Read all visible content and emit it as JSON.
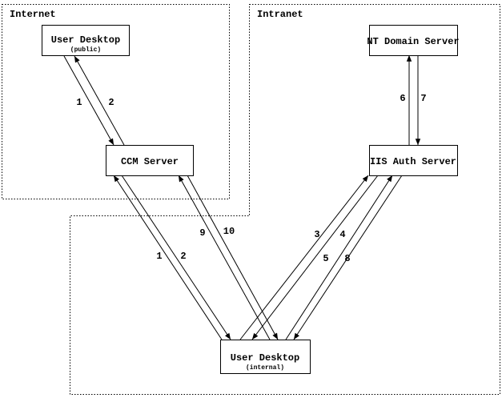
{
  "colors": {
    "ink": "#000000",
    "background": "#ffffff"
  },
  "regions": {
    "internet": {
      "label": "Internet"
    },
    "intranet": {
      "label": "Intranet"
    }
  },
  "nodes": {
    "user_desktop_public": {
      "title": "User Desktop",
      "subtitle": "(public)"
    },
    "nt_domain_server": {
      "title": "NT Domain Server"
    },
    "ccm_server": {
      "title": "CCM Server"
    },
    "iis_auth_server": {
      "title": "IIS Auth Server"
    },
    "user_desktop_internal": {
      "title": "User Desktop",
      "subtitle": "(internal)"
    }
  },
  "edges": [
    {
      "label": "1",
      "from": "User Desktop (public)",
      "to": "CCM Server"
    },
    {
      "label": "2",
      "from": "CCM Server",
      "to": "User Desktop (public)"
    },
    {
      "label": "1",
      "from": "User Desktop (internal)",
      "to": "CCM Server"
    },
    {
      "label": "2",
      "from": "CCM Server",
      "to": "User Desktop (internal)"
    },
    {
      "label": "3",
      "from": "User Desktop (internal)",
      "to": "IIS Auth Server"
    },
    {
      "label": "4",
      "from": "IIS Auth Server",
      "to": "User Desktop (internal)"
    },
    {
      "label": "5",
      "from": "User Desktop (internal)",
      "to": "IIS Auth Server"
    },
    {
      "label": "6",
      "from": "IIS Auth Server",
      "to": "NT Domain Server"
    },
    {
      "label": "7",
      "from": "NT Domain Server",
      "to": "IIS Auth Server"
    },
    {
      "label": "8",
      "from": "IIS Auth Server",
      "to": "User Desktop (internal)"
    },
    {
      "label": "9",
      "from": "User Desktop (internal)",
      "to": "CCM Server"
    },
    {
      "label": "10",
      "from": "CCM Server",
      "to": "User Desktop (internal)"
    }
  ]
}
